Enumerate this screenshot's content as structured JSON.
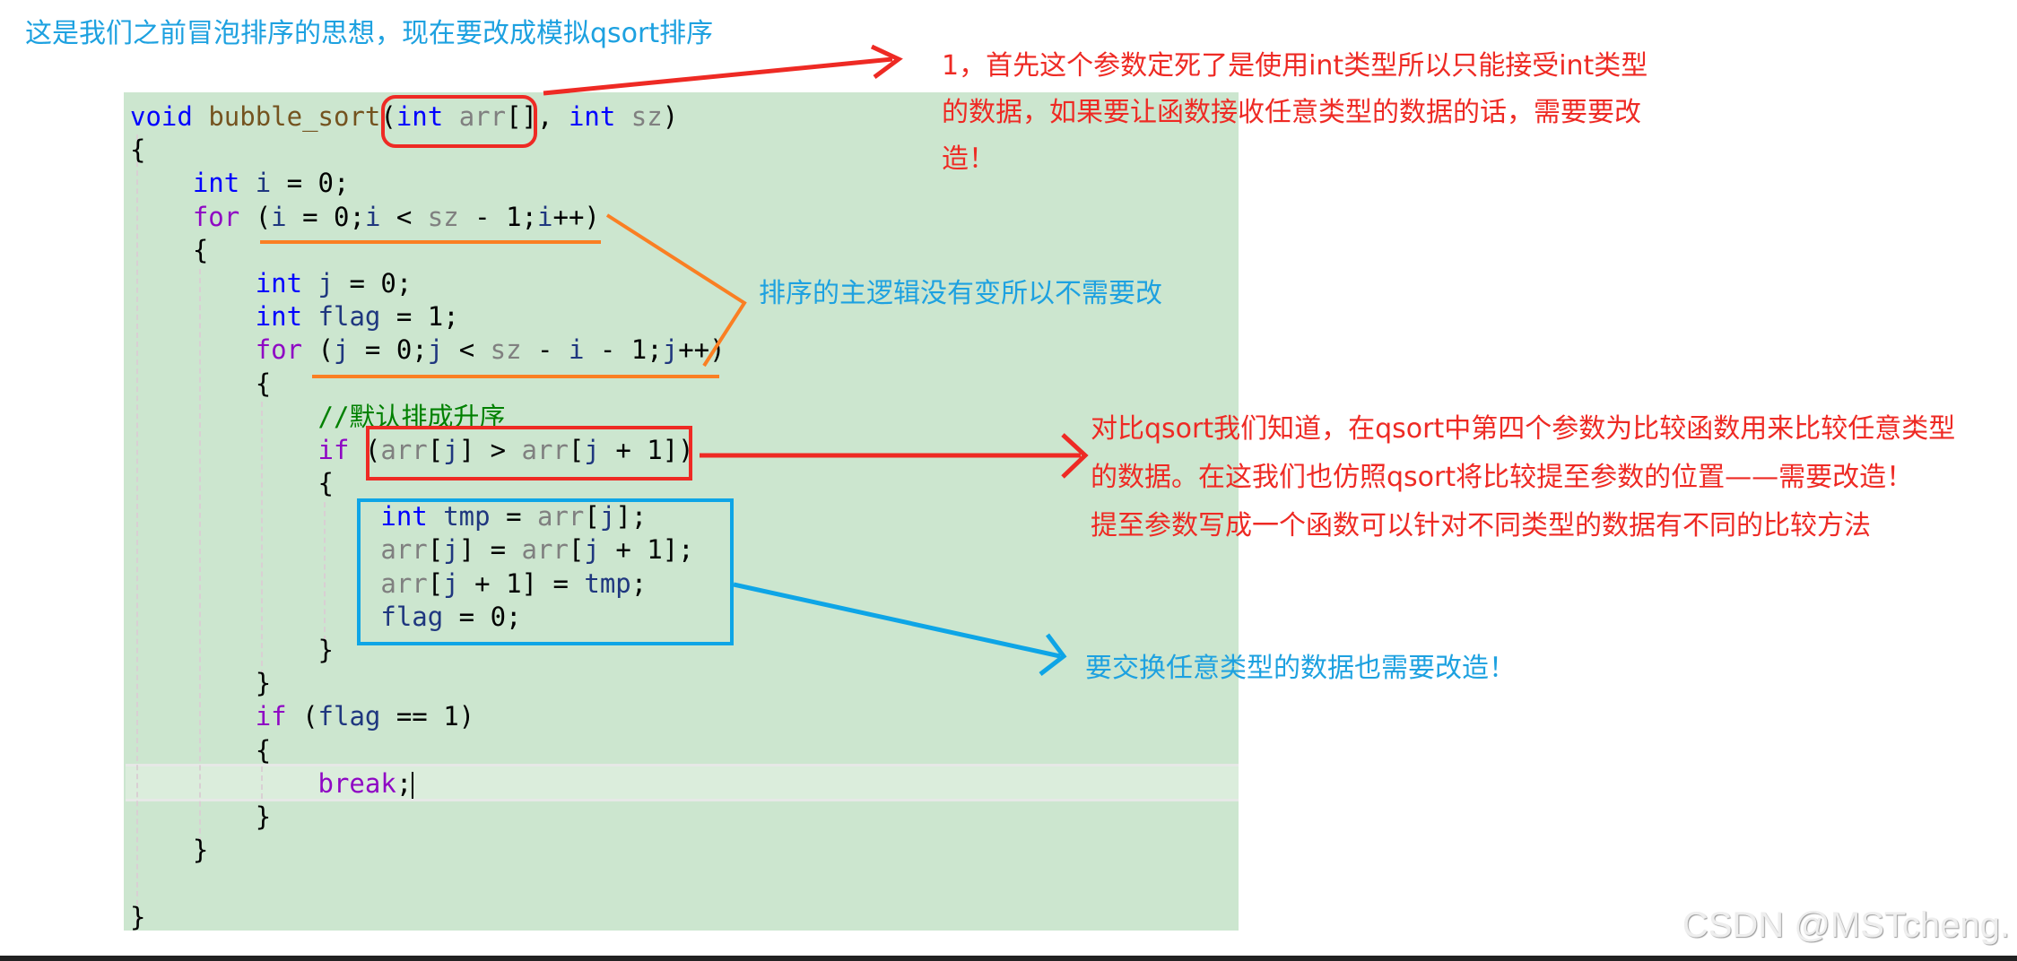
{
  "title": "这是我们之前冒泡排序的思想，现在要改成模拟qsort排序",
  "code": {
    "lines": [
      {
        "indent": 0,
        "tokens": [
          [
            "kw",
            "void"
          ],
          [
            "txt",
            " "
          ],
          [
            "fn",
            "bubble_sort"
          ],
          [
            "txt",
            "("
          ],
          [
            "kw",
            "int"
          ],
          [
            "txt",
            " "
          ],
          [
            "par",
            "arr"
          ],
          [
            "txt",
            "[], "
          ],
          [
            "kw",
            "int"
          ],
          [
            "txt",
            " "
          ],
          [
            "par",
            "sz"
          ],
          [
            "txt",
            ")"
          ]
        ]
      },
      {
        "indent": 0,
        "tokens": [
          [
            "txt",
            "{"
          ]
        ]
      },
      {
        "indent": 1,
        "tokens": [
          [
            "kw",
            "int"
          ],
          [
            "txt",
            " "
          ],
          [
            "var",
            "i"
          ],
          [
            "txt",
            " = 0;"
          ]
        ]
      },
      {
        "indent": 1,
        "tokens": [
          [
            "ctl",
            "for"
          ],
          [
            "txt",
            " ("
          ],
          [
            "var",
            "i"
          ],
          [
            "txt",
            " = 0;"
          ],
          [
            "var",
            "i"
          ],
          [
            "txt",
            " < "
          ],
          [
            "par",
            "sz"
          ],
          [
            "txt",
            " - 1;"
          ],
          [
            "var",
            "i"
          ],
          [
            "txt",
            "++)"
          ]
        ]
      },
      {
        "indent": 1,
        "tokens": [
          [
            "txt",
            "{"
          ]
        ]
      },
      {
        "indent": 2,
        "tokens": [
          [
            "kw",
            "int"
          ],
          [
            "txt",
            " "
          ],
          [
            "var",
            "j"
          ],
          [
            "txt",
            " = 0;"
          ]
        ]
      },
      {
        "indent": 2,
        "tokens": [
          [
            "kw",
            "int"
          ],
          [
            "txt",
            " "
          ],
          [
            "var",
            "flag"
          ],
          [
            "txt",
            " = 1;"
          ]
        ]
      },
      {
        "indent": 2,
        "tokens": [
          [
            "ctl",
            "for"
          ],
          [
            "txt",
            " ("
          ],
          [
            "var",
            "j"
          ],
          [
            "txt",
            " = 0;"
          ],
          [
            "var",
            "j"
          ],
          [
            "txt",
            " < "
          ],
          [
            "par",
            "sz"
          ],
          [
            "txt",
            " - "
          ],
          [
            "var",
            "i"
          ],
          [
            "txt",
            " - 1;"
          ],
          [
            "var",
            "j"
          ],
          [
            "txt",
            "++)"
          ]
        ]
      },
      {
        "indent": 2,
        "tokens": [
          [
            "txt",
            "{"
          ]
        ]
      },
      {
        "indent": 3,
        "tokens": [
          [
            "cmt",
            "//默认排成升序"
          ]
        ]
      },
      {
        "indent": 3,
        "tokens": [
          [
            "ctl",
            "if"
          ],
          [
            "txt",
            " ("
          ],
          [
            "par",
            "arr"
          ],
          [
            "txt",
            "["
          ],
          [
            "var",
            "j"
          ],
          [
            "txt",
            "] > "
          ],
          [
            "par",
            "arr"
          ],
          [
            "txt",
            "["
          ],
          [
            "var",
            "j"
          ],
          [
            "txt",
            " + 1])"
          ]
        ]
      },
      {
        "indent": 3,
        "tokens": [
          [
            "txt",
            "{"
          ]
        ]
      },
      {
        "indent": 4,
        "tokens": [
          [
            "kw",
            "int"
          ],
          [
            "txt",
            " "
          ],
          [
            "var",
            "tmp"
          ],
          [
            "txt",
            " = "
          ],
          [
            "par",
            "arr"
          ],
          [
            "txt",
            "["
          ],
          [
            "var",
            "j"
          ],
          [
            "txt",
            "];"
          ]
        ]
      },
      {
        "indent": 4,
        "tokens": [
          [
            "par",
            "arr"
          ],
          [
            "txt",
            "["
          ],
          [
            "var",
            "j"
          ],
          [
            "txt",
            "] = "
          ],
          [
            "par",
            "arr"
          ],
          [
            "txt",
            "["
          ],
          [
            "var",
            "j"
          ],
          [
            "txt",
            " + 1];"
          ]
        ]
      },
      {
        "indent": 4,
        "tokens": [
          [
            "par",
            "arr"
          ],
          [
            "txt",
            "["
          ],
          [
            "var",
            "j"
          ],
          [
            "txt",
            " + 1] = "
          ],
          [
            "var",
            "tmp"
          ],
          [
            "txt",
            ";"
          ]
        ]
      },
      {
        "indent": 4,
        "tokens": [
          [
            "var",
            "flag"
          ],
          [
            "txt",
            " = 0;"
          ]
        ]
      },
      {
        "indent": 3,
        "tokens": [
          [
            "txt",
            "}"
          ]
        ]
      },
      {
        "indent": 2,
        "tokens": [
          [
            "txt",
            "}"
          ]
        ]
      },
      {
        "indent": 2,
        "tokens": [
          [
            "ctl",
            "if"
          ],
          [
            "txt",
            " ("
          ],
          [
            "var",
            "flag"
          ],
          [
            "txt",
            " == 1)"
          ]
        ]
      },
      {
        "indent": 2,
        "tokens": [
          [
            "txt",
            "{"
          ]
        ]
      },
      {
        "indent": 3,
        "tokens": [
          [
            "ctl",
            "break"
          ],
          [
            "txt",
            ";"
          ]
        ],
        "caret": true
      },
      {
        "indent": 2,
        "tokens": [
          [
            "txt",
            "}"
          ]
        ]
      },
      {
        "indent": 1,
        "tokens": [
          [
            "txt",
            "}"
          ]
        ]
      },
      {
        "indent": 0,
        "tokens": []
      },
      {
        "indent": 0,
        "tokens": [
          [
            "txt",
            "}"
          ]
        ]
      }
    ]
  },
  "notes": {
    "param": [
      "1，首先这个参数定死了是使用int类型所以只能接受int类型",
      "的数据，如果要让函数接收任意类型的数据的话，需要要改",
      "造！"
    ],
    "logic": "排序的主逻辑没有变所以不需要改",
    "compare": [
      "对比qsort我们知道，在qsort中第四个参数为比较函数用来比较任意类型",
      "的数据。在这我们也仿照qsort将比较提至参数的位置——需要改造！",
      "提至参数写成一个函数可以针对不同类型的数据有不同的比较方法"
    ],
    "swap": "要交换任意类型的数据也需要改造！"
  },
  "watermark": "CSDN @MSTcheng.",
  "colors": {
    "red": "#ee2a24",
    "orange": "#fa7f23",
    "blue": "#0ea5e6",
    "code_bg": "#cce6cf"
  }
}
